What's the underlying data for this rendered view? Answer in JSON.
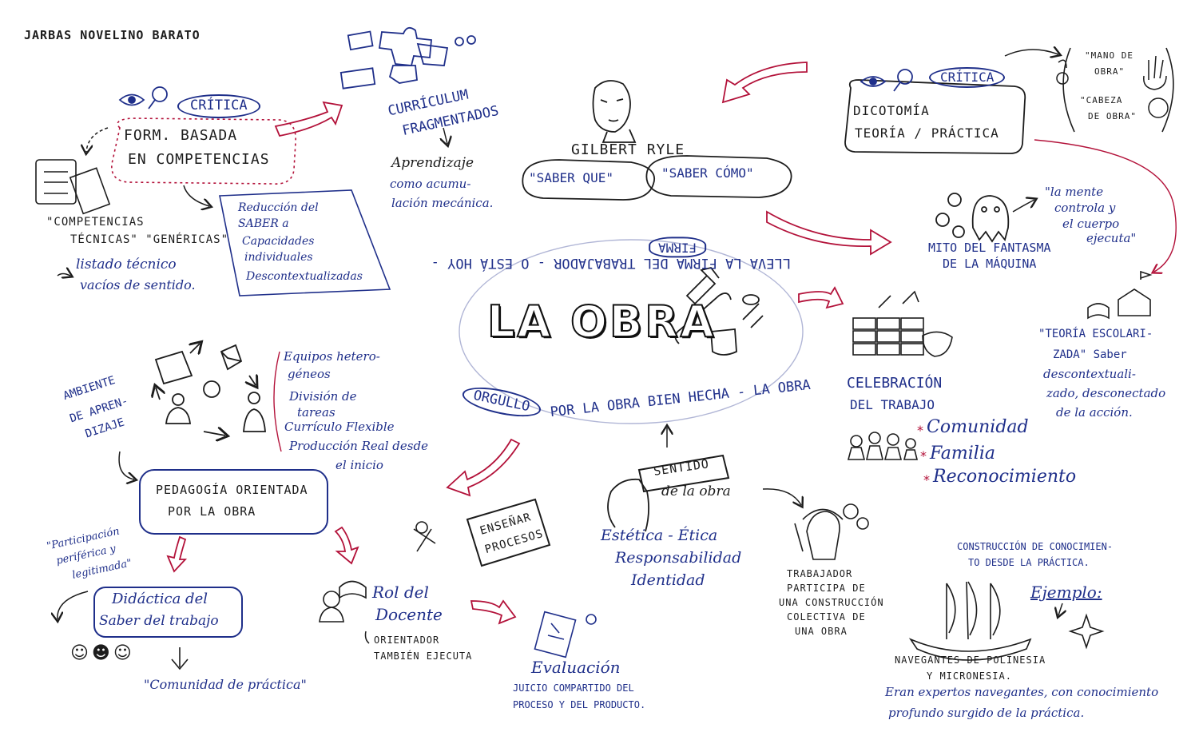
{
  "author": "JARBAS NOVELINO BARATO",
  "center": {
    "title": "LA OBRA",
    "ring_top": "LLEVA LA FIRMA DEL TRABAJADOR - O ESTÁ HOY -",
    "ring_top_boxed": "FIRMA",
    "ring_bottom_boxed": "ORGULLO",
    "ring_bottom": "POR LA OBRA BIEN HECHA - LA OBRA"
  },
  "critica_left": {
    "label": "CRÍTICA",
    "box": [
      "FORM. BASADA",
      "EN COMPETENCIAS"
    ],
    "competencias": [
      "\"COMPETENCIAS",
      "TÉCNICAS\" \"GENÉRICAS\""
    ],
    "listado": [
      "listado técnico",
      "vacíos de sentido."
    ],
    "reduccion": [
      "Reducción del",
      "SABER a",
      "Capacidades",
      "individuales",
      "Descontextualizadas"
    ]
  },
  "curriculum": {
    "title": [
      "CURRÍCULUM",
      "FRAGMENTADOS"
    ],
    "aprendizaje": "Aprendizaje",
    "desc": [
      "como acumu-",
      "lación mecánica."
    ]
  },
  "ryle": {
    "name": "GILBERT RYLE",
    "saber_que": "\"SABER QUE\"",
    "saber_como": "\"SABER CÓMO\""
  },
  "critica_right": {
    "label": "CRÍTICA",
    "title": [
      "DICOTOMÍA",
      "TEORÍA / PRÁCTICA"
    ],
    "mano": [
      "\"MANO DE",
      "OBRA\""
    ],
    "cabeza": [
      "\"CABEZA",
      "DE OBRA\""
    ]
  },
  "fantasma": {
    "quote": [
      "\"la mente",
      "controla y",
      "el cuerpo",
      "ejecuta\""
    ],
    "title": [
      "MITO DEL FANTASMA",
      "DE LA MÁQUINA"
    ]
  },
  "teoria": [
    "\"TEORÍA ESCOLARI-",
    "ZADA\" Saber",
    "descontextuali-",
    "zado, desconectado",
    "de la acción."
  ],
  "celebracion": {
    "title": [
      "CELEBRACIÓN",
      "DEL TRABAJO"
    ],
    "items": [
      "Comunidad",
      "Familia",
      "Reconocimiento"
    ]
  },
  "ambiente": {
    "title": [
      "AMBIENTE",
      "DE APREN-",
      "DIZAJE"
    ],
    "items": [
      "Equipos hetero-",
      "géneos",
      "División de",
      "tareas",
      "Currículo Flexible",
      "Producción Real desde",
      "el inicio"
    ]
  },
  "pedagogia": [
    "PEDAGOGÍA ORIENTADA",
    "POR LA OBRA"
  ],
  "participacion": [
    "\"Participación",
    "periférica y",
    "legitimada\""
  ],
  "didactica": [
    "Didáctica del",
    "Saber del trabajo"
  ],
  "comunidad_practica": "\"Comunidad de práctica\"",
  "docente": {
    "title": [
      "Rol del",
      "Docente"
    ],
    "items": [
      "ORIENTADOR",
      "TAMBIÉN EJECUTA"
    ]
  },
  "ensenar": [
    "ENSEÑAR",
    "PROCESOS"
  ],
  "evaluacion": {
    "title": "Evaluación",
    "desc": [
      "JUICIO COMPARTIDO DEL",
      "PROCESO Y DEL PRODUCTO."
    ]
  },
  "sentido": {
    "box": "SENTIDO",
    "sub": "de la obra",
    "items": [
      "Estética - Ética",
      "Responsabilidad",
      "Identidad"
    ]
  },
  "trabajador": [
    "TRABAJADOR",
    "PARTICIPA DE",
    "UNA CONSTRUCCIÓN",
    "COLECTIVA DE",
    "UNA OBRA"
  ],
  "construccion": {
    "title": [
      "CONSTRUCCIÓN DE CONOCIMIEN-",
      "TO DESDE LA PRÁCTICA."
    ],
    "ejemplo": "Ejemplo:",
    "navegantes": [
      "NAVEGANTES DE POLINESIA",
      "Y MICRONESIA."
    ],
    "desc": [
      "Eran expertos navegantes, con conocimiento",
      "profundo surgido de la práctica."
    ]
  },
  "colors": {
    "ink": "#1c1c1c",
    "blue": "#1f2f8a",
    "red": "#b3123a"
  }
}
